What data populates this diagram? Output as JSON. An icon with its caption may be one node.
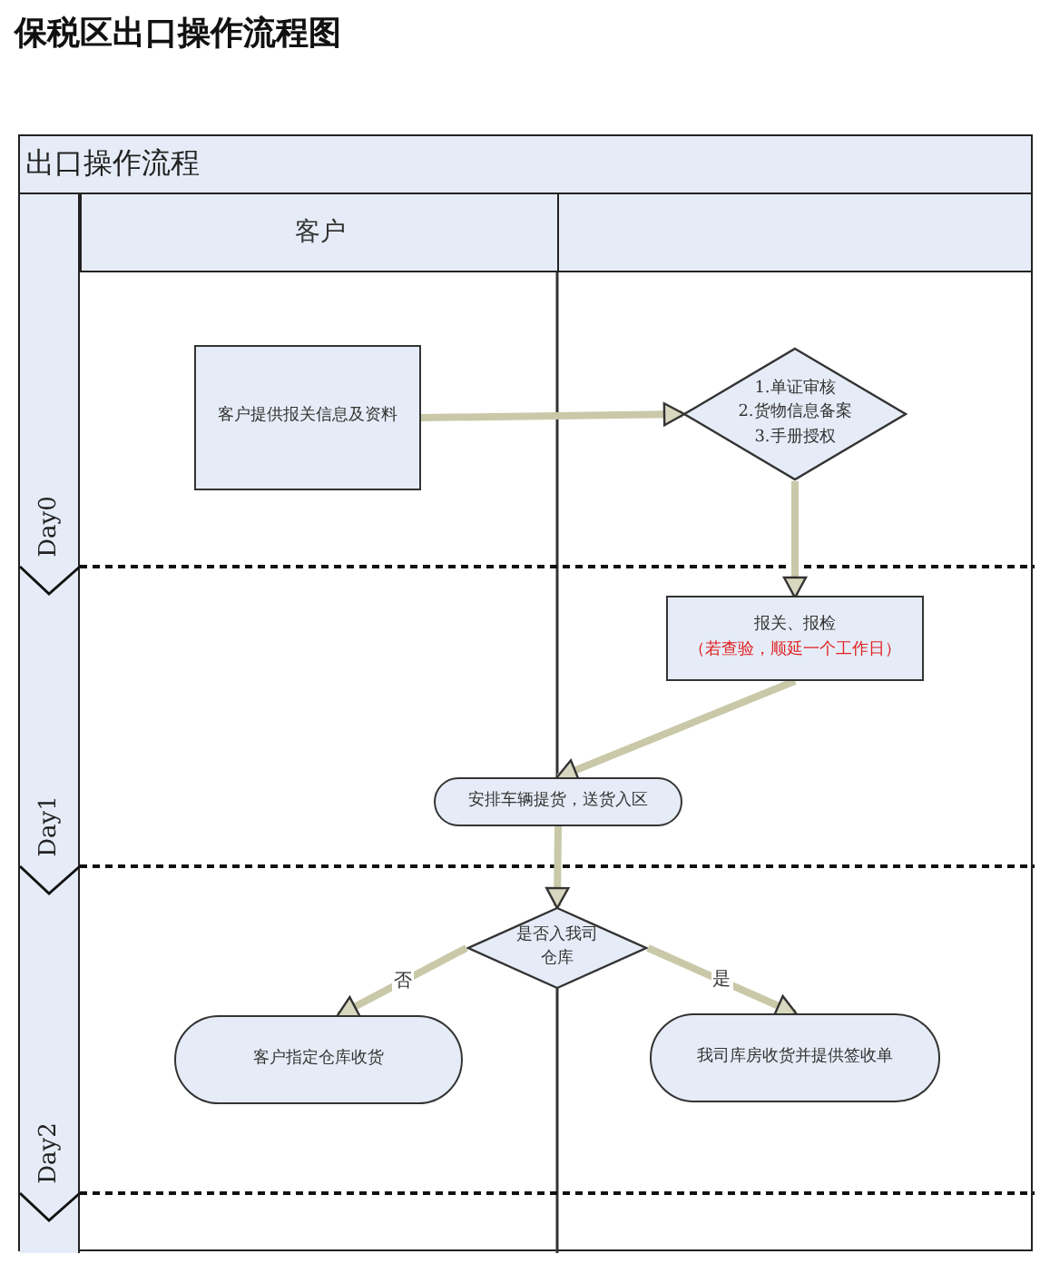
{
  "diagram": {
    "title": "保税区出口操作流程图",
    "nodes": [
      {
        "text": [
          "出口操作流程"
        ]
      },
      {
        "text": [
          "客户"
        ],
        "in": 0
      },
      {
        "text": [],
        "shape": "box",
        "in": 0
      },
      {
        "text": [
          "客户提供报关信息及资料"
        ],
        "in": 0
      },
      {
        "text": [
          "1.单证审核",
          "2.货物信息备案",
          "3.手册授权"
        ],
        "in": 0
      },
      {
        "text": [
          "报关、报检",
          "（若查验，顺延一个工作日）"
        ],
        "in": 0
      },
      {
        "text": [
          "安排车辆提货，送货入区"
        ],
        "in": 0
      },
      {
        "text": [
          "是否入我司仓库"
        ],
        "in": 0
      },
      {
        "text": [
          "客户指定仓库收货"
        ],
        "in": 0
      },
      {
        "text": [
          "我司库房收货并提供签收单"
        ],
        "in": 0
      }
    ],
    "edges": [
      {
        "from": 3,
        "to": 4,
        "arrow": "to"
      },
      {
        "from": 4,
        "to": 5,
        "arrow": "to"
      },
      {
        "from": 5,
        "to": 6,
        "arrow": "to"
      },
      {
        "from": 6,
        "to": 7,
        "arrow": "to"
      },
      {
        "from": 7,
        "to": 8,
        "arrow": "to",
        "label": "否"
      },
      {
        "from": 7,
        "to": 9,
        "arrow": "to",
        "label": "是"
      }
    ],
    "labels": [
      "Day0",
      "Day1",
      "Day2"
    ]
  }
}
